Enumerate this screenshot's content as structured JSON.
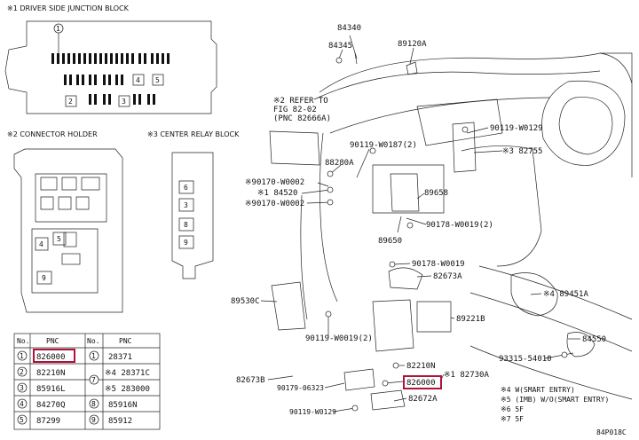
{
  "panels": {
    "junction_block_title": "※1 DRIVER SIDE JUNCTION BLOCK",
    "connector_holder_title": "※2 CONNECTOR HOLDER",
    "relay_block_title": "※3 CENTER RELAY BLOCK"
  },
  "callouts": {
    "refer": "※2 REFER TO",
    "refer_fig": "FIG 82-02",
    "refer_pnc": "(PNC 82666A)",
    "p84340": "84340",
    "p84345": "84345",
    "p89120A": "89120A",
    "p90119_W0187": "90119-W0187(2)",
    "p88280A": "88280A",
    "p90170_W0002a": "※90170-W0002",
    "p84520": "※1 84520",
    "p90170_W0002b": "※90170-W0002",
    "p89658": "89658",
    "p89650": "89650",
    "p90178_W0019_2": "90178-W0019(2)",
    "p90178_W0019": "90178-W0019",
    "p82673A": "82673A",
    "p90119_W0129a": "90119-W0129",
    "p82755": "※3 82755",
    "p89451A": "※4 89451A",
    "p89530C": "89530C",
    "p90119_W0019": "90119-W0019(2)",
    "p89221B": "89221B",
    "p84550": "84550",
    "p93315": "93315-54010",
    "p82210N": "82210N",
    "p82730A": "※1 82730A",
    "p826000": "826000",
    "p82673B": "82673B",
    "p90179": "90179-06323",
    "p82672A": "82672A",
    "p90119_W0129b": "90119-W0129"
  },
  "notes": {
    "line1": "※4 W(SMART ENTRY)",
    "line2": "※5 (IMB) W/O(SMART ENTRY)",
    "line3": "※6 5F",
    "line4": "※7 5F",
    "code": "84P018C"
  },
  "table": {
    "headers": [
      "No.",
      "PNC",
      "No.",
      "PNC"
    ],
    "rows": [
      {
        "no1": "1",
        "pnc1": "826000",
        "no2": "1",
        "pnc2": "28371"
      },
      {
        "no1": "2",
        "pnc1": "82210N",
        "no2": "7",
        "pnc2": "※4 28371C"
      },
      {
        "no1": "3",
        "pnc1": "85916L",
        "no2": "",
        "pnc2": "※5 283000"
      },
      {
        "no1": "4",
        "pnc1": "84270Q",
        "no2": "8",
        "pnc2": "85916N"
      },
      {
        "no1": "5",
        "pnc1": "87299",
        "no2": "9",
        "pnc2": "85912"
      }
    ]
  },
  "fuse_labels": {
    "j1": "1",
    "j2": "2",
    "j3": "3",
    "j4": "4",
    "j5": "5",
    "c4": "4",
    "c5": "5",
    "c9": "9",
    "r1": "6",
    "r2": "3",
    "r3": "8",
    "r4": "9"
  },
  "highlight_color": "#b0123a"
}
